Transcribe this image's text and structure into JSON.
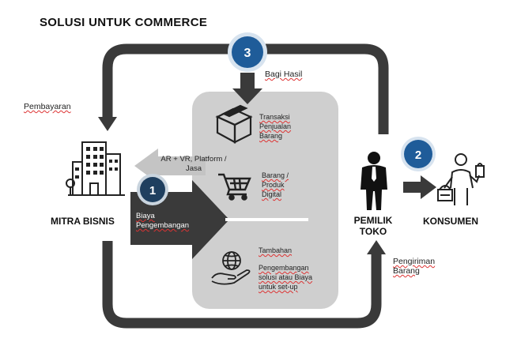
{
  "title": "SOLUSI UNTUK COMMERCE",
  "labels": {
    "pembayaran": "Pembayaran",
    "bagi_hasil": "Bagi Hasil",
    "ar_vr": "AR + VR, Platform /\nJasa",
    "biaya": "Biaya\nPengembangan",
    "transaksi": "Transaksi\nPenjualan\nBarang",
    "barang_produk": "Barang /\nProduk\nDigital",
    "tambahan": "Tambahan",
    "pengembangan": "Pengembangan\nsolusi atau Biaya\nuntuk set-up",
    "mitra_bisnis": "MITRA BISNIS",
    "pemilik_toko": "PEMILIK\nTOKO",
    "konsumen": "KONSUMEN",
    "pengiriman": "Pengiriman\nBarang"
  },
  "badges": {
    "one": "1",
    "two": "2",
    "three": "3"
  },
  "colors": {
    "dark": "#3a3a3a",
    "panel": "#cfcfcf",
    "badge": "#1f5c99",
    "badge_ring": "#d7e3ef"
  },
  "icons": [
    "building-icon",
    "box-icon",
    "cart-icon",
    "globe-hand-icon",
    "businessman-icon",
    "shopper-icon"
  ]
}
